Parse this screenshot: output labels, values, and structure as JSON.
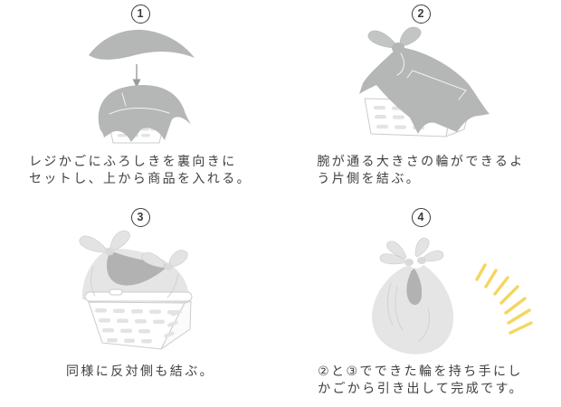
{
  "title": "Furoshiki shopping-bag instructions",
  "colors": {
    "background": "#ffffff",
    "cloth_gray": "#b4b7b5",
    "cloth_light": "#e4e5e4",
    "cloth_dark_accent": "#b1b2b1",
    "basket_outline": "#cccccc",
    "basket_slot": "#e3e3e3",
    "sparkle_yellow": "#f5d65e",
    "text": "#404040",
    "number_circle": "#3a3a3a"
  },
  "steps": [
    {
      "number": "1",
      "illustration": "cloth-dropped-over-register-basket",
      "caption_lines": [
        "レジかごにふろしきを裏向きに",
        "セットし、上から商品を入れる。"
      ]
    },
    {
      "number": "2",
      "illustration": "basket-with-one-side-knotted",
      "caption_lines": [
        "腕が通る大きさの輪ができるよ",
        "う片側を結ぶ。"
      ]
    },
    {
      "number": "3",
      "illustration": "basket-with-both-sides-knotted",
      "caption_lines": [
        "同様に反対側も結ぶ。"
      ]
    },
    {
      "number": "4",
      "illustration": "finished-furoshiki-bag-with-sparkles",
      "caption_lines": [
        "②と③でできた輪を持ち手にし",
        "かごから引き出して完成です。"
      ]
    }
  ]
}
